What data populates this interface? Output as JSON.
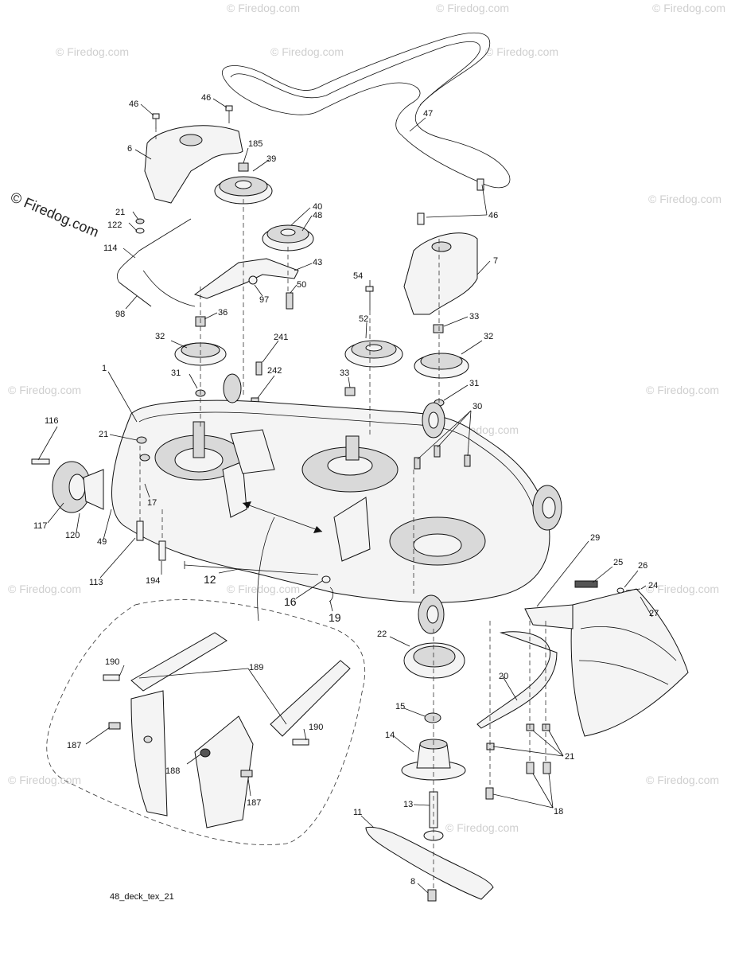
{
  "watermark": {
    "main": "© Firedog.com",
    "tiles": [
      "© Firedog.com",
      "© Firedog.com",
      "© Firedog.com",
      "© Firedog.com",
      "© Firedog.com",
      "© Firedog.com",
      "© Firedog.com",
      "© Firedog.com",
      "© Firedog.com",
      "© Firedog.com",
      "© Firedog.com",
      "© Firedog.com",
      "© Firedog.com",
      "© Firedog.com",
      "© Firedog.com",
      "© Firedog.com"
    ]
  },
  "figure_id": "48_deck_tex_21",
  "callouts": {
    "c46a": "46",
    "c46b": "46",
    "c46c": "46",
    "c6": "6",
    "c185": "185",
    "c39": "39",
    "c47": "47",
    "c21a": "21",
    "c122": "122",
    "c114": "114",
    "c40": "40",
    "c48": "48",
    "c43": "43",
    "c50": "50",
    "c97": "97",
    "c98": "98",
    "c36": "36",
    "c54": "54",
    "c7": "7",
    "c32a": "32",
    "c32b": "32",
    "c33a": "33",
    "c33b": "33",
    "c52": "52",
    "c241": "241",
    "c242": "242",
    "c31a": "31",
    "c31b": "31",
    "c1": "1",
    "c30": "30",
    "c116": "116",
    "c21b": "21",
    "c17": "17",
    "c117": "117",
    "c120": "120",
    "c49": "49",
    "c113": "113",
    "c194": "194",
    "c12": "12",
    "c16": "16",
    "c19": "19",
    "c29": "29",
    "c25": "25",
    "c26": "26",
    "c24": "24",
    "c27": "27",
    "c22": "22",
    "c20": "20",
    "c15": "15",
    "c14": "14",
    "c21c": "21",
    "c18": "18",
    "c13": "13",
    "c11": "11",
    "c8": "8",
    "c190a": "190",
    "c189": "189",
    "c190b": "190",
    "c187a": "187",
    "c188": "188",
    "c187b": "187"
  }
}
